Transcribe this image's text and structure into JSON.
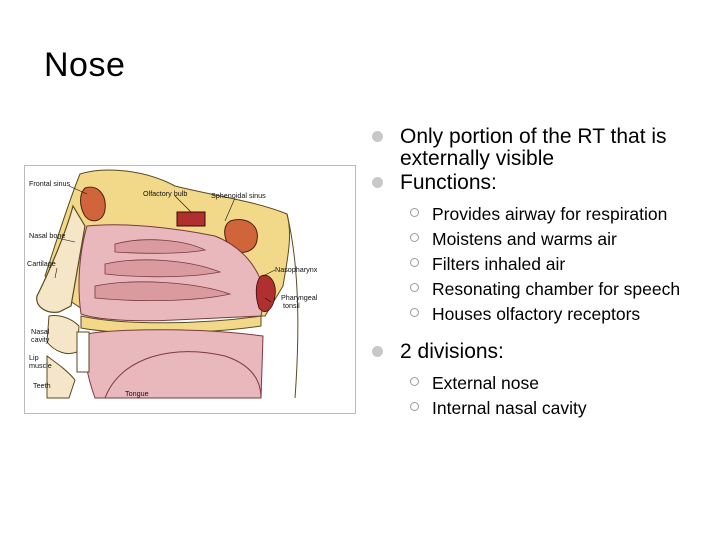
{
  "slide": {
    "title": "Nose"
  },
  "figure": {
    "labels": {
      "frontal_sinus": "Frontal sinus",
      "olfactory_bulb": "Olfactory bulb",
      "sphenoidal_sinus": "Sphenoidal sinus",
      "nasal_bone": "Nasal bone",
      "cartilage": "Cartilage",
      "nasopharynx": "Nasopharynx",
      "pharyngeal_tonsil_1": "Pharyngeal",
      "pharyngeal_tonsil_2": "tonsil",
      "nasal_cavity_1": "Nasal",
      "nasal_cavity_2": "cavity",
      "lip_muscle_1": "Lip",
      "lip_muscle_2": "muscle",
      "teeth": "Teeth",
      "tongue": "Tongue"
    }
  },
  "content": {
    "bullet1": "Only portion of the RT that is externally visible",
    "bullet2": "Functions:",
    "functions": [
      "Provides airway for respiration",
      "Moistens and warms air",
      "Filters inhaled air",
      "Resonating chamber for speech",
      "Houses olfactory receptors"
    ],
    "bullet3": "2 divisions:",
    "divisions": [
      "External nose",
      "Internal nasal cavity"
    ]
  },
  "colors": {
    "bullet_dot": "#c8c8c8",
    "sub_bullet_ring": "#9a9a9a",
    "mucosa": "#e8b8bc",
    "bone": "#f2d98a",
    "sinus": "#d0643a"
  }
}
